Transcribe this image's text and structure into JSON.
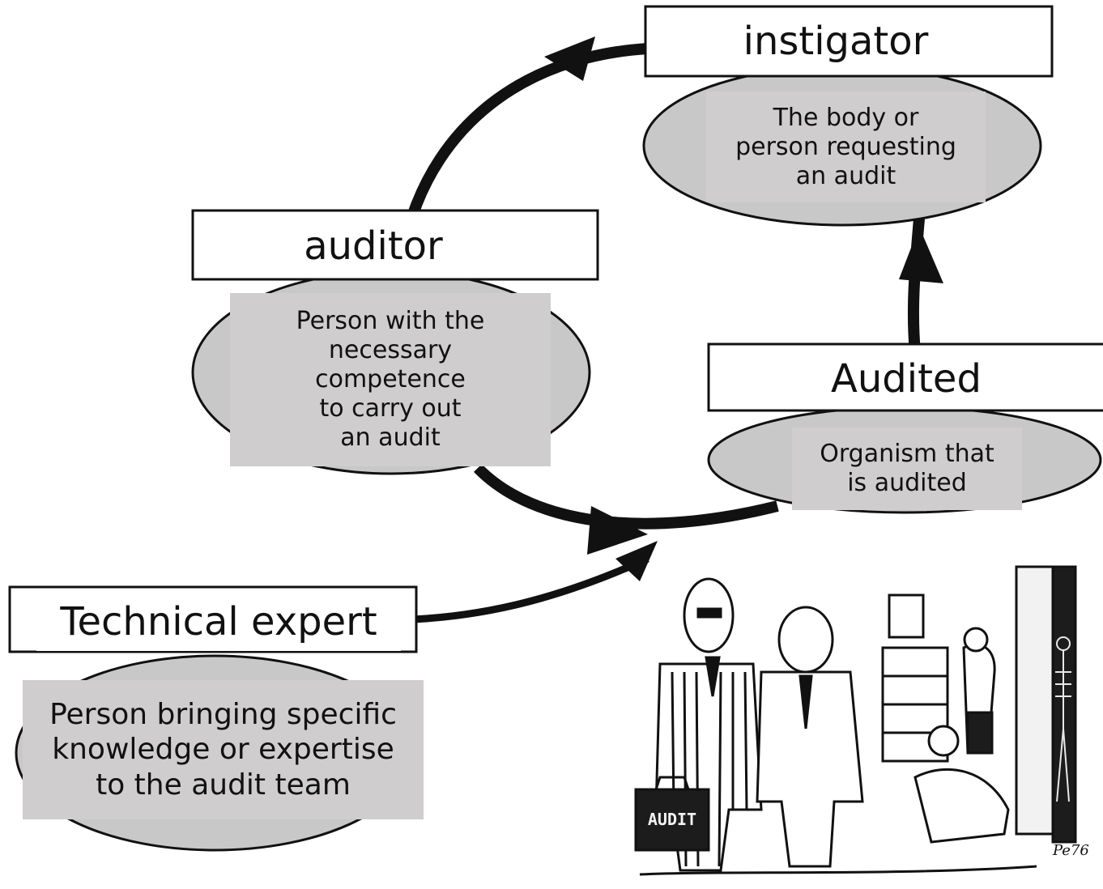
{
  "roles": {
    "instigator": {
      "title": "instigator",
      "description": "The body or\nperson requesting\nan audit"
    },
    "auditor": {
      "title": "auditor",
      "description": "Person with the\nnecessary\ncompetence\nto carry out\nan audit"
    },
    "audited": {
      "title": "Audited",
      "description": "Organism that\nis audited"
    },
    "technical_expert": {
      "title": "Technical expert",
      "description": "Person bringing specific\nknowledge or expertise\nto the audit team"
    }
  },
  "cartoon": {
    "briefcase_label": "AUDIT",
    "signature": "Pe76"
  },
  "colors": {
    "ellipse_fill": "#c9c8c8",
    "desc_fill": "#cfcdcd",
    "arrow": "#111111"
  }
}
